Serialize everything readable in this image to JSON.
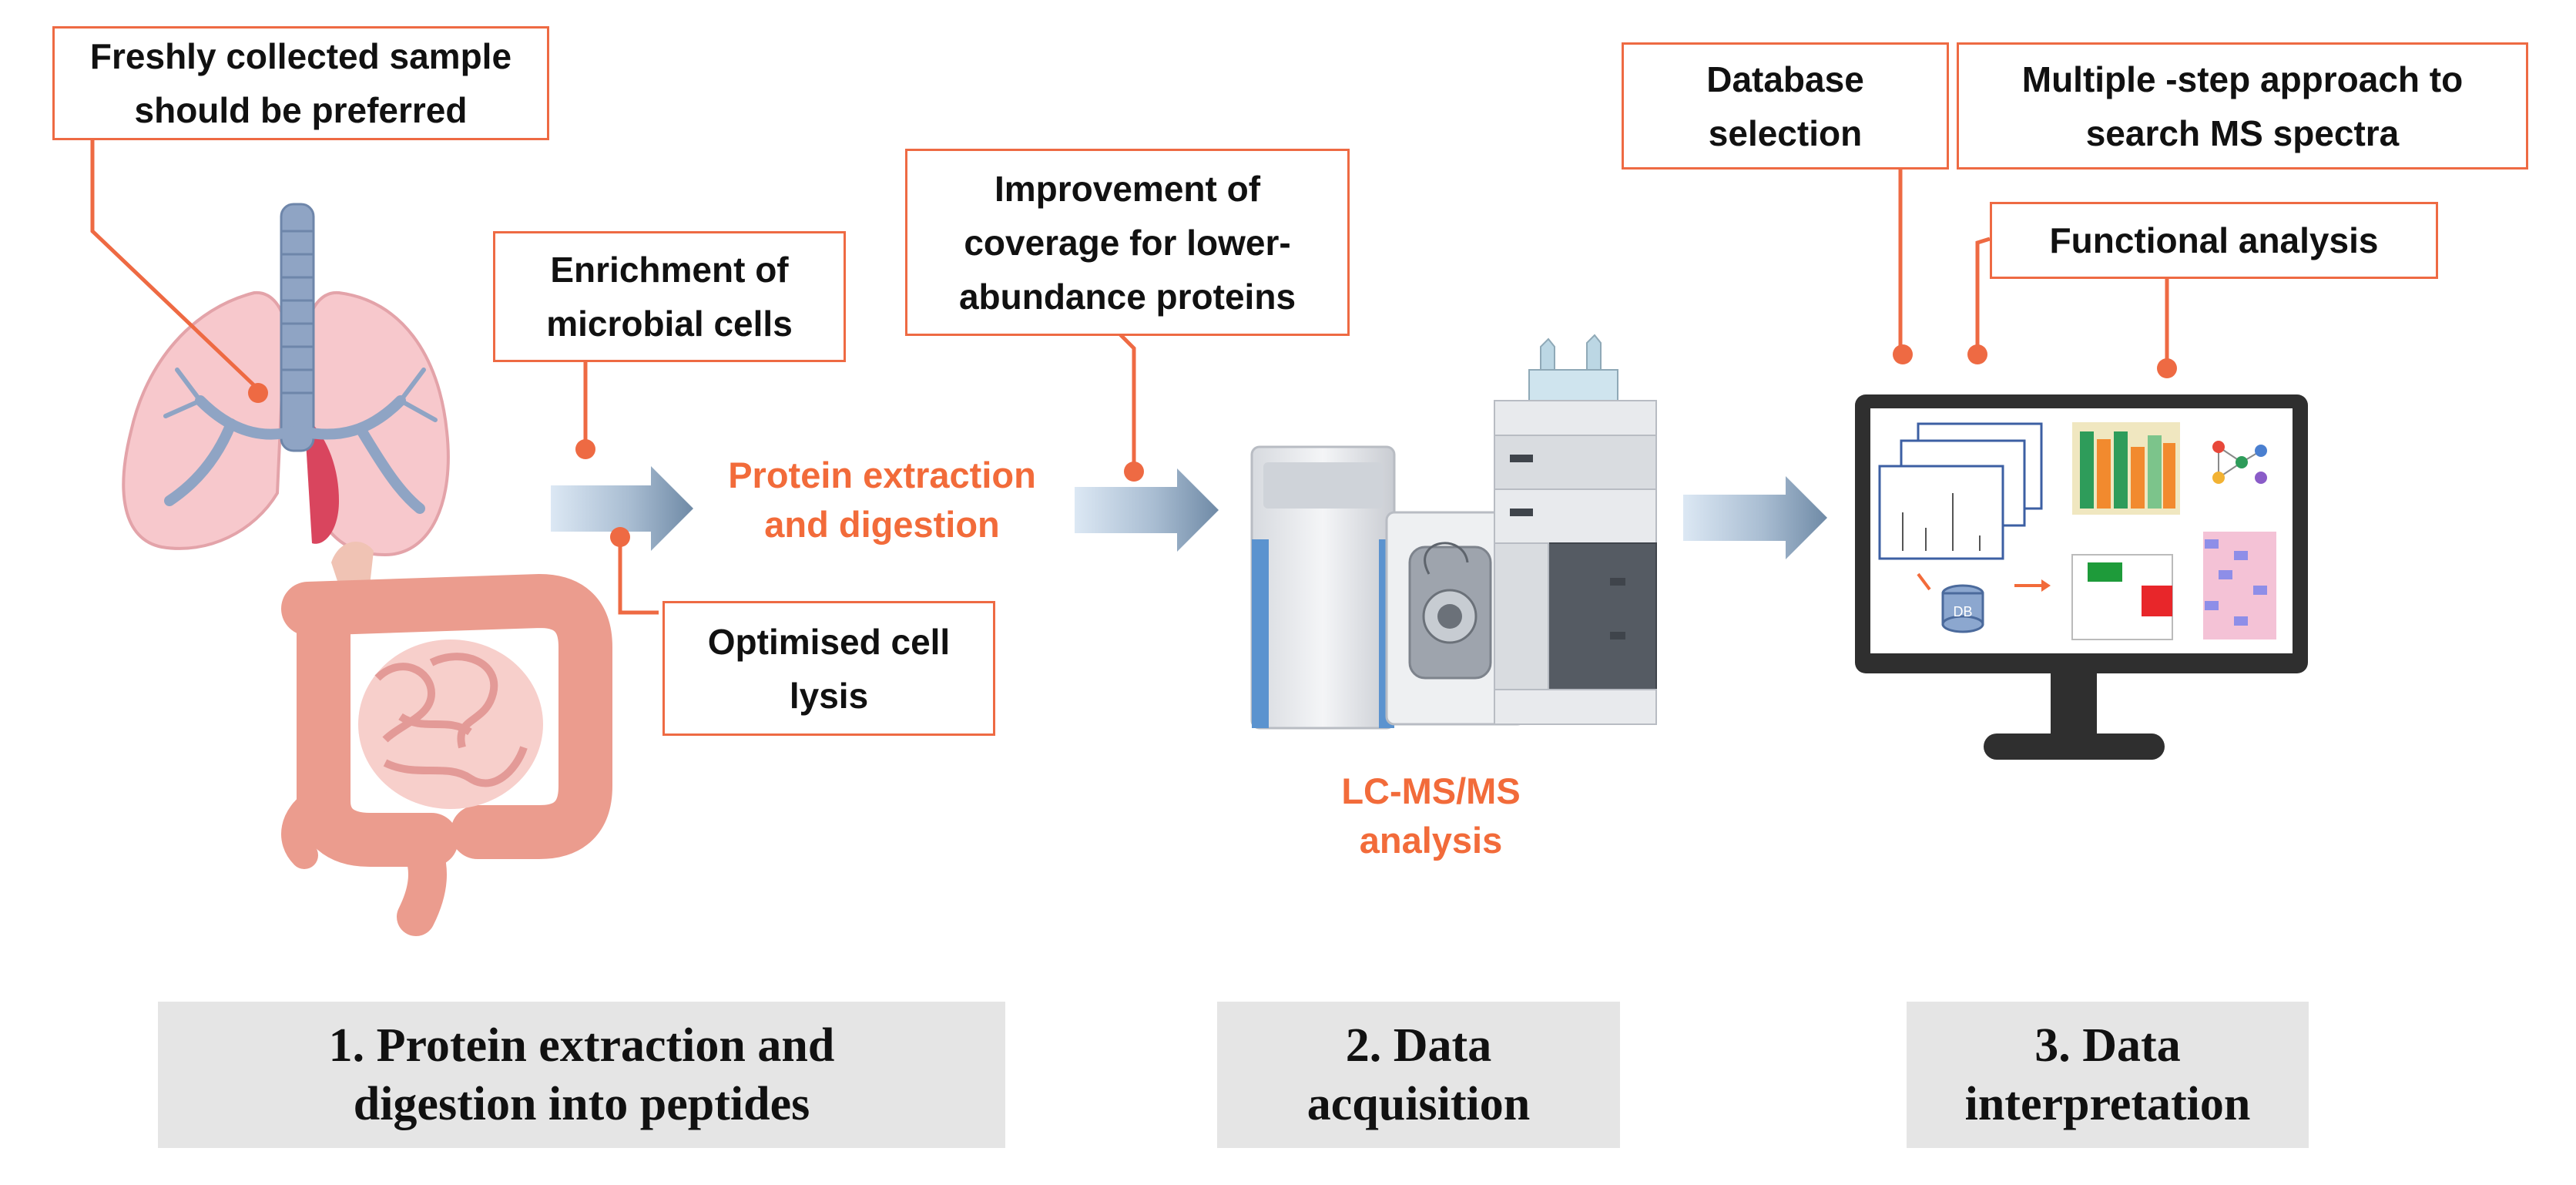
{
  "colors": {
    "accent": "#ee6a43",
    "label_orange": "#f26b3a",
    "step_box_bg": "#e5e5e5",
    "arrow_blue": "#6f8aa6"
  },
  "icons": [
    "lungs-icon",
    "intestine-icon",
    "mass-spectrometer-icon",
    "computer-monitor-icon"
  ],
  "callouts": {
    "fresh_sample": [
      "Freshly collected sample",
      "should be preferred"
    ],
    "enrichment": [
      "Enrichment of",
      "microbial cells"
    ],
    "optimised_lysis": [
      "Optimised cell",
      "lysis"
    ],
    "coverage": [
      "Improvement of",
      "coverage for lower-",
      "abundance proteins"
    ],
    "database": [
      "Database",
      "selection"
    ],
    "multistep": [
      "Multiple -step approach to",
      "search MS spectra"
    ],
    "functional": [
      "Functional analysis"
    ]
  },
  "labels": {
    "protein_extraction": [
      "Protein extraction",
      "and digestion"
    ],
    "lcms": [
      "LC-MS/MS",
      "analysis"
    ]
  },
  "screen": {
    "db_label": "DB"
  },
  "steps": [
    {
      "lines": [
        "1. Protein extraction and",
        "digestion into peptides"
      ]
    },
    {
      "lines": [
        "2. Data",
        "acquisition"
      ]
    },
    {
      "lines": [
        "3. Data",
        "interpretation"
      ]
    }
  ]
}
